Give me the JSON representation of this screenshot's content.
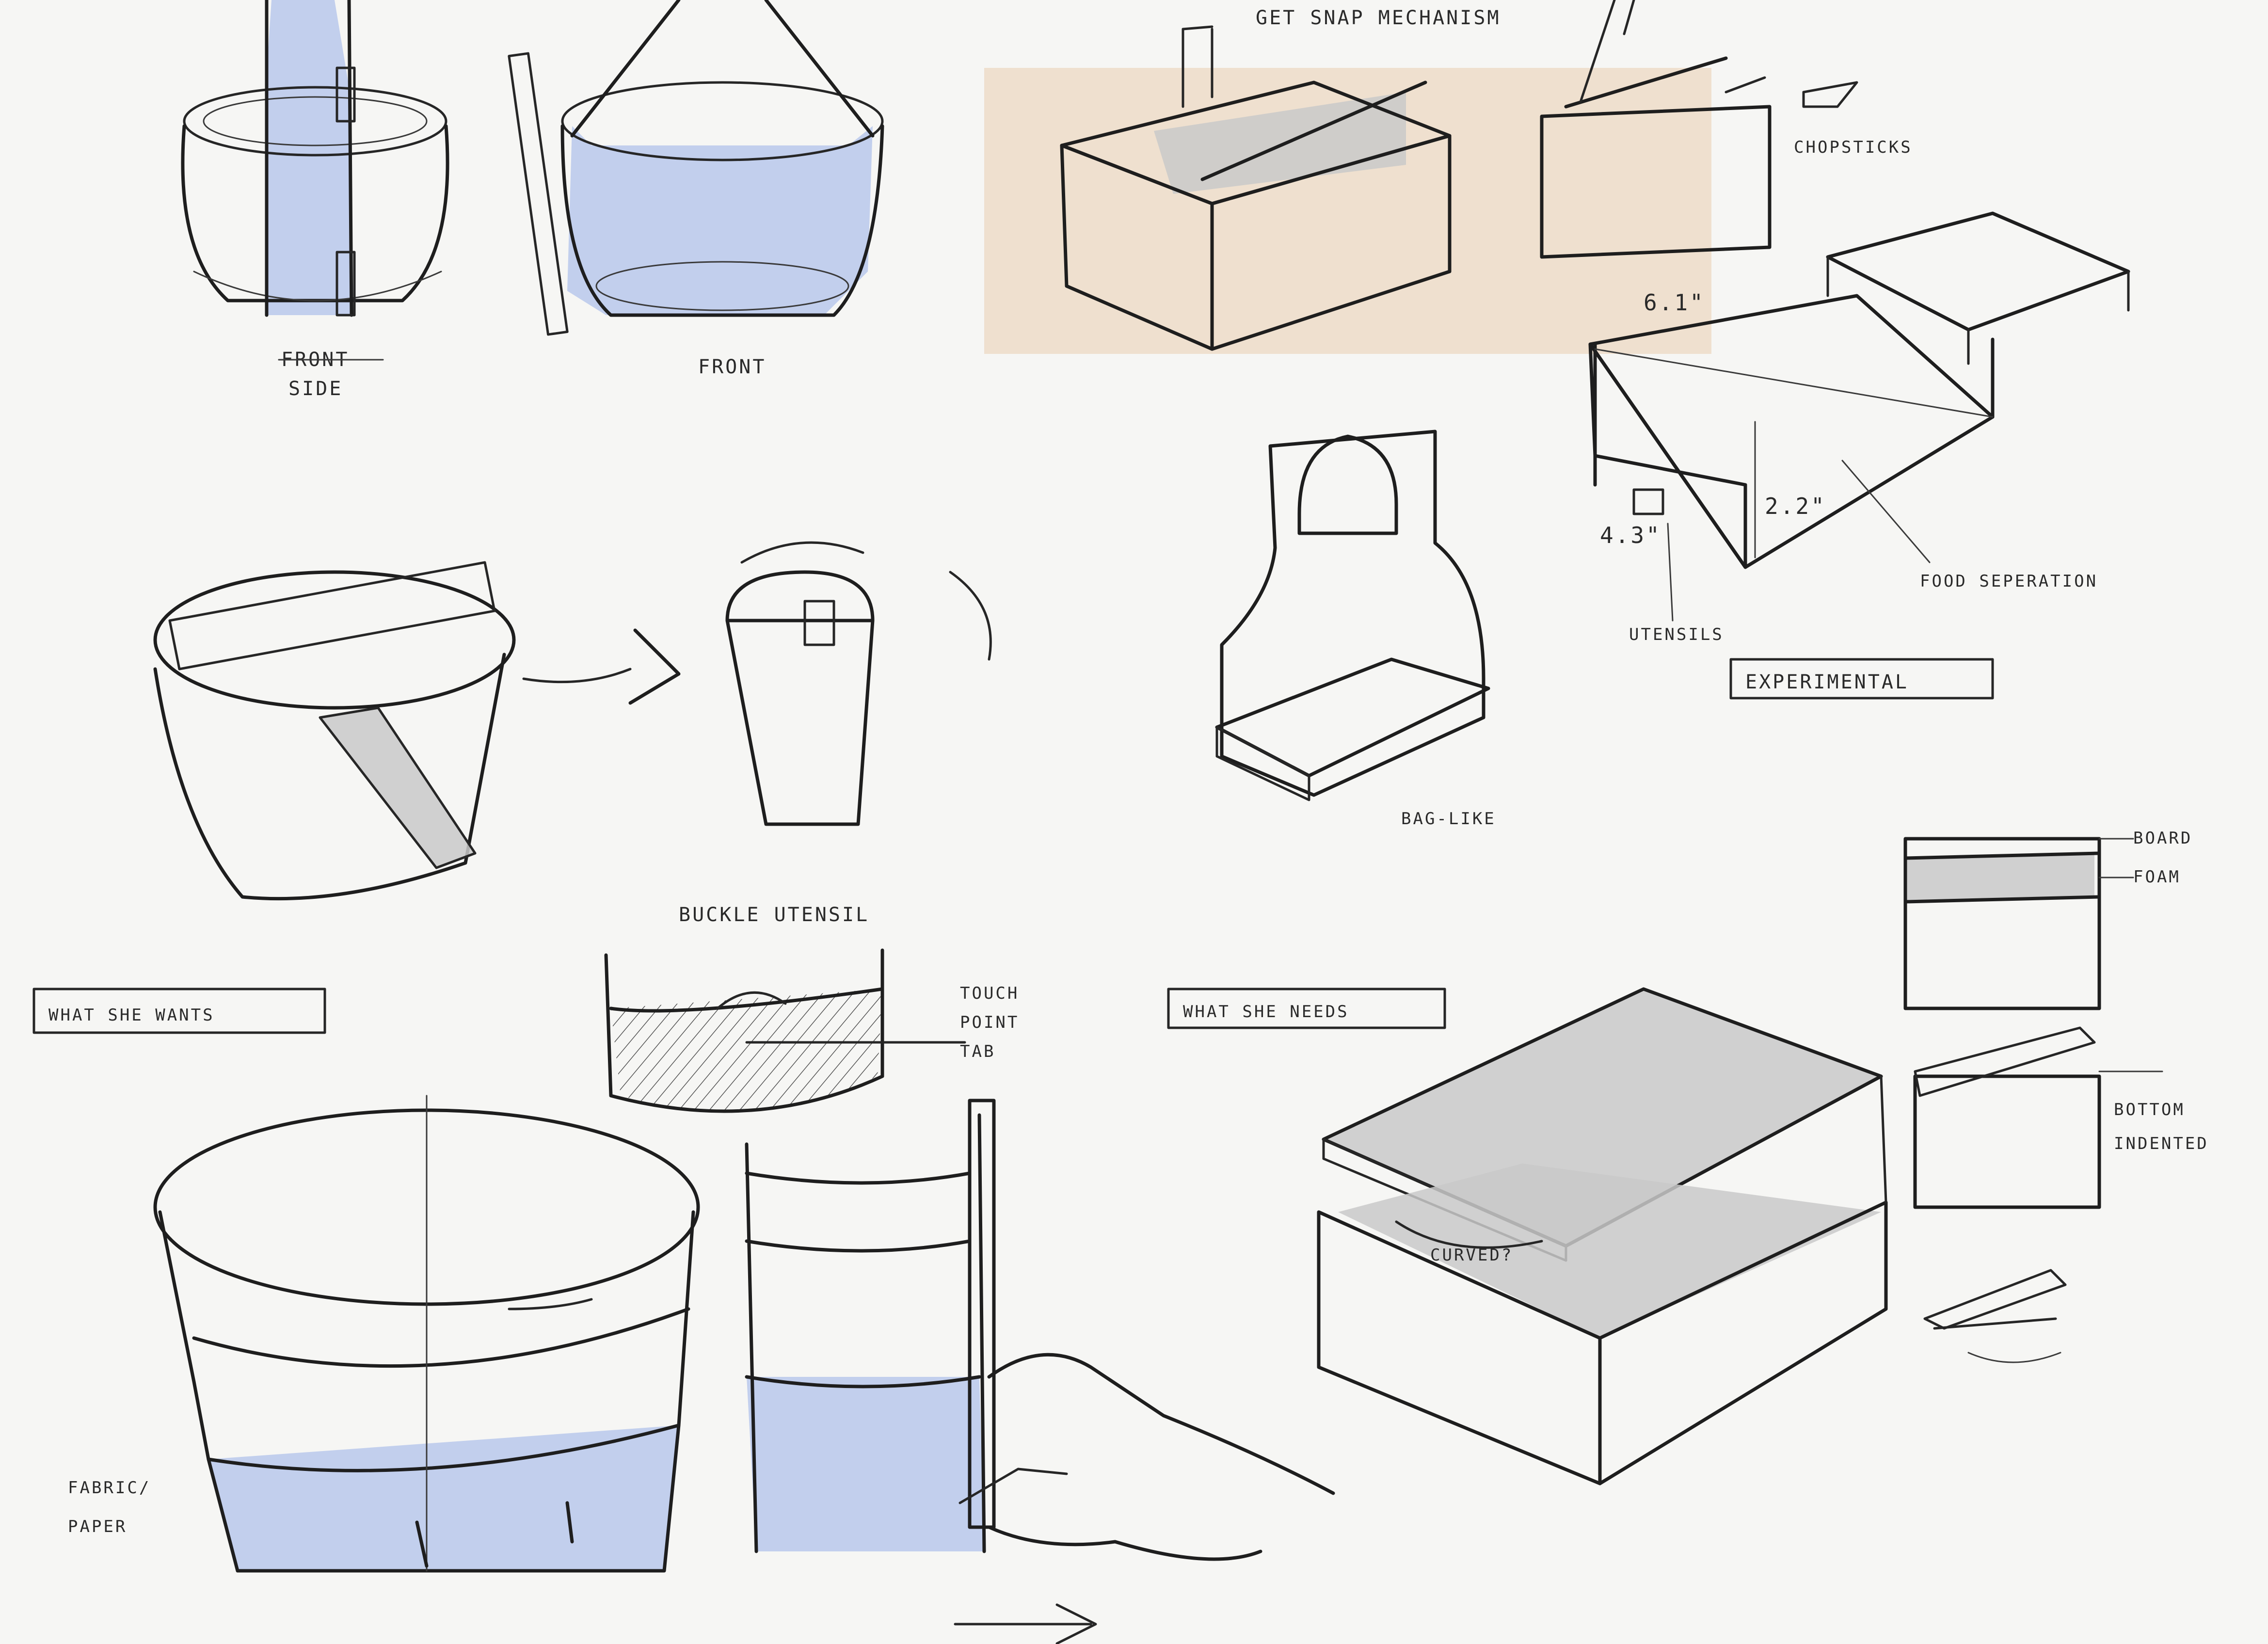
{
  "labels": {
    "get_snap_mechanism": "GET SNAP MECHANISM",
    "chopsticks": "CHOPSTICKS",
    "front_side_struck": "FRONT",
    "side": "SIDE",
    "front": "FRONT",
    "dim_width": "6.1\"",
    "dim_height": "2.2\"",
    "dim_depth": "4.3\"",
    "food_separation": "FOOD SEPERATION",
    "utensils": "UTENSILS",
    "experimental": "EXPERIMENTAL",
    "bag_like": "BAG-LIKE",
    "buckle_utensil": "BUCKLE UTENSIL",
    "touch_point_tab": [
      "TOUCH",
      "POINT",
      "TAB"
    ],
    "what_she_wants": "WHAT SHE WANTS",
    "what_she_needs": "WHAT SHE NEEDS",
    "board": "BOARD",
    "foam": "FOAM",
    "bottom_indented": [
      "BOTTOM",
      "INDENTED"
    ],
    "curved": "CURVED?",
    "fabric_paper": [
      "FABRIC/",
      "PAPER"
    ]
  },
  "colors": {
    "ink": "#1e1e1e",
    "blue_marker": "#bccbec",
    "grey_marker": "#c9c9c9",
    "tan_marker": "#efe0cf",
    "paper": "#f6f6f4"
  }
}
